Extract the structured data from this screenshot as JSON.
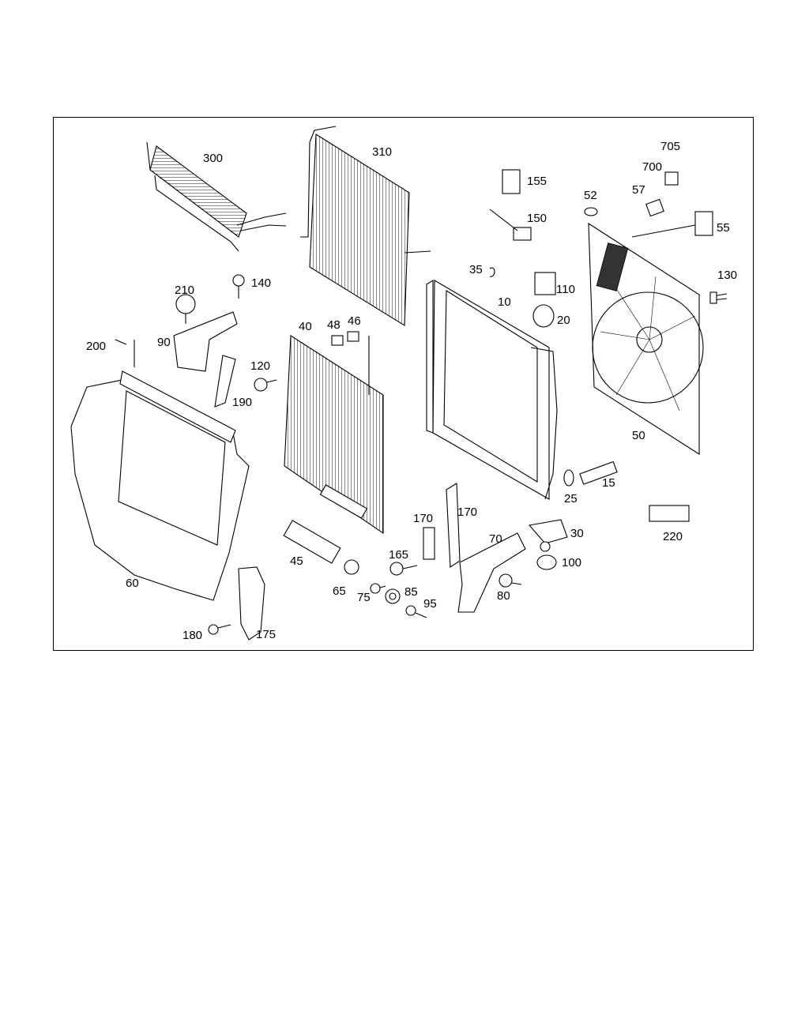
{
  "diagram": {
    "callouts": [
      {
        "id": "c705",
        "text": "705"
      },
      {
        "id": "c700",
        "text": "700"
      },
      {
        "id": "c57",
        "text": "57"
      },
      {
        "id": "c52",
        "text": "52"
      },
      {
        "id": "c55",
        "text": "55"
      },
      {
        "id": "c300",
        "text": "300"
      },
      {
        "id": "c310",
        "text": "310"
      },
      {
        "id": "c155",
        "text": "155"
      },
      {
        "id": "c150",
        "text": "150"
      },
      {
        "id": "c130",
        "text": "130"
      },
      {
        "id": "c35",
        "text": "35"
      },
      {
        "id": "c110",
        "text": "110"
      },
      {
        "id": "c10",
        "text": "10"
      },
      {
        "id": "c20",
        "text": "20"
      },
      {
        "id": "c210",
        "text": "210"
      },
      {
        "id": "c140",
        "text": "140"
      },
      {
        "id": "c90",
        "text": "90"
      },
      {
        "id": "c200",
        "text": "200"
      },
      {
        "id": "c40",
        "text": "40"
      },
      {
        "id": "c48",
        "text": "48"
      },
      {
        "id": "c46",
        "text": "46"
      },
      {
        "id": "c120",
        "text": "120"
      },
      {
        "id": "c190",
        "text": "190"
      },
      {
        "id": "c50",
        "text": "50"
      },
      {
        "id": "c15",
        "text": "15"
      },
      {
        "id": "c25",
        "text": "25"
      },
      {
        "id": "c170a",
        "text": "170"
      },
      {
        "id": "c170b",
        "text": "170"
      },
      {
        "id": "c220",
        "text": "220"
      },
      {
        "id": "c30",
        "text": "30"
      },
      {
        "id": "c70",
        "text": "70"
      },
      {
        "id": "c165",
        "text": "165"
      },
      {
        "id": "c100",
        "text": "100"
      },
      {
        "id": "c45",
        "text": "45"
      },
      {
        "id": "c60",
        "text": "60"
      },
      {
        "id": "c65",
        "text": "65"
      },
      {
        "id": "c75",
        "text": "75"
      },
      {
        "id": "c85",
        "text": "85"
      },
      {
        "id": "c80",
        "text": "80"
      },
      {
        "id": "c95",
        "text": "95"
      },
      {
        "id": "c180",
        "text": "180"
      },
      {
        "id": "c175",
        "text": "175"
      }
    ]
  }
}
